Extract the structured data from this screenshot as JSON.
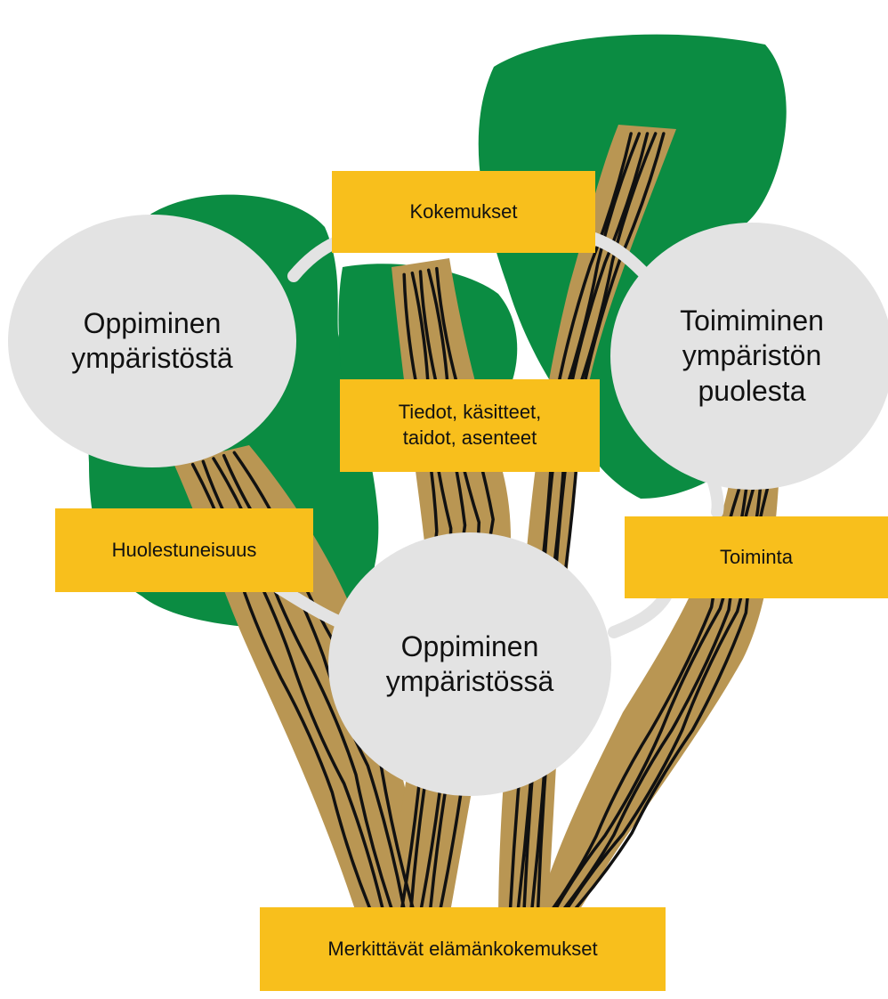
{
  "colors": {
    "foliage": "#0b8c42",
    "bark": "#b99653",
    "bark_lines": "#111111",
    "box_fill": "#f8bf1c",
    "circle_fill": "#e3e3e3"
  },
  "circles": {
    "learning_about": "Oppiminen\nympäristöstä",
    "action_for": "Toimiminen\nympäristön\npuolesta",
    "learning_in": "Oppiminen\nympäristössä"
  },
  "boxes": {
    "experiences": "Kokemukset",
    "knowledge": "Tiedot, käsitteet,\ntaidot, asenteet",
    "concern": "Huolestuneisuus",
    "action": "Toiminta",
    "life_experiences": "Merkittävät elämänkokemukset"
  }
}
